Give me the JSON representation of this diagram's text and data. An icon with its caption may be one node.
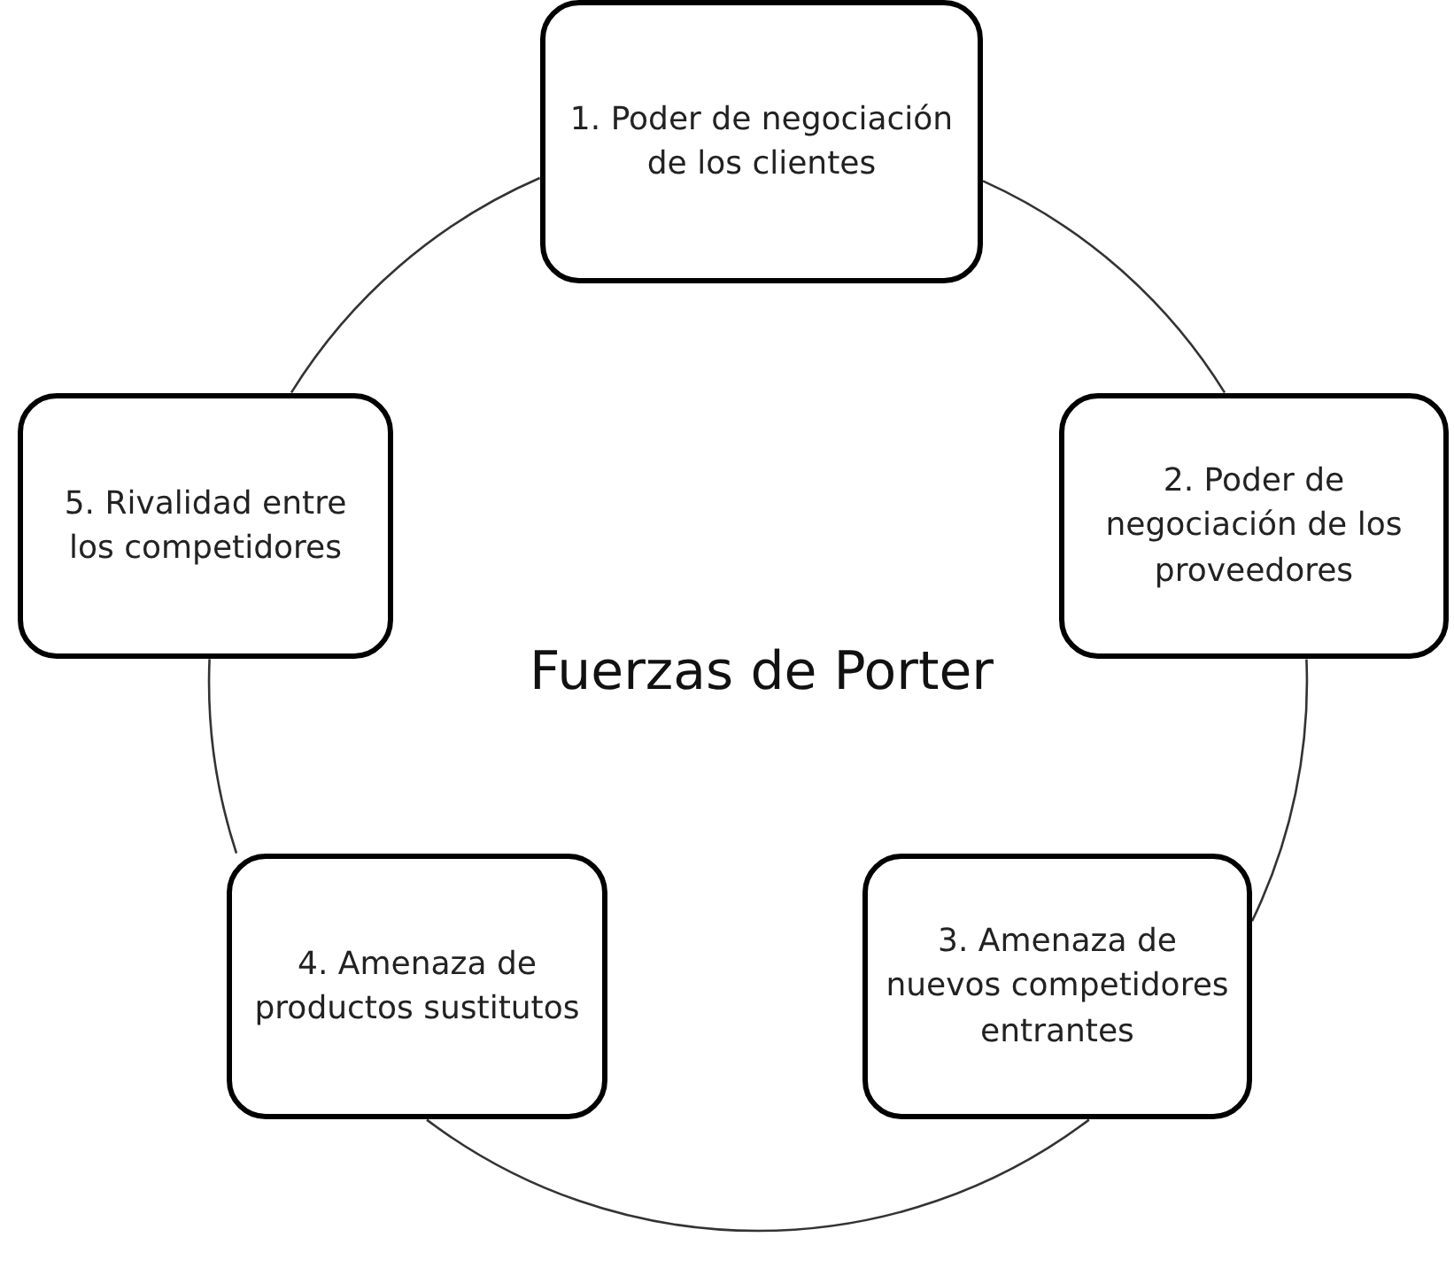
{
  "diagram": {
    "title": "Fuerzas de Porter",
    "nodes": [
      {
        "text": [
          "1. Poder de negociación de los clientes"
        ]
      },
      {
        "text": [
          "2. Poder de negociación de los proveedores"
        ]
      },
      {
        "text": [
          "3. Amenaza de nuevos competidores entrantes"
        ]
      },
      {
        "text": [
          "4. Amenaza de productos sustitutos"
        ]
      },
      {
        "text": [
          "5. Rivalidad entre los competidores"
        ]
      }
    ],
    "edges": [
      {
        "from": 0,
        "to": 1,
        "arrow": "none"
      },
      {
        "from": 1,
        "to": 2,
        "arrow": "none"
      },
      {
        "from": 2,
        "to": 3,
        "arrow": "none"
      },
      {
        "from": 3,
        "to": 4,
        "arrow": "none"
      },
      {
        "from": 4,
        "to": 0,
        "arrow": "none"
      }
    ]
  }
}
